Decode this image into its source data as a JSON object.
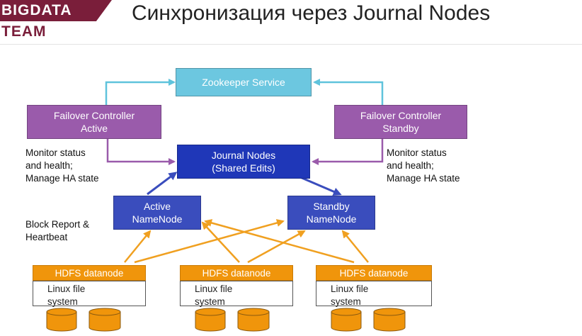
{
  "header": {
    "logo_line1": "BIGDATA",
    "logo_line2": "TEAM",
    "title": "Синхронизация через Journal Nodes"
  },
  "colors": {
    "logo": "#7a1e3a",
    "zookeeper": "#6cc7e0",
    "failover_controller": "#9a5bab",
    "journal_nodes": "#1f37b8",
    "namenode": "#3a4dbd",
    "datanode": "#f0950b",
    "arrow_cyan": "#5fc3dc",
    "arrow_purple": "#9a5bab",
    "arrow_blue": "#3a4dbd",
    "arrow_orange": "#f0a020"
  },
  "diagram": {
    "zookeeper": "Zookeeper Service",
    "failover_active": {
      "line1": "Failover Controller",
      "line2": "Active"
    },
    "failover_standby": {
      "line1": "Failover Controller",
      "line2": "Standby"
    },
    "journal_nodes": {
      "line1": "Journal Nodes",
      "line2": "(Shared Edits)"
    },
    "active_namenode": {
      "line1": "Active",
      "line2": "NameNode"
    },
    "standby_namenode": {
      "line1": "Standby",
      "line2": "NameNode"
    },
    "note_left": {
      "line1": "Monitor status",
      "line2": "and health;",
      "line3": "Manage HA state"
    },
    "note_right": {
      "line1": "Monitor status",
      "line2": "and health;",
      "line3": "Manage HA state"
    },
    "block_report": {
      "line1": "Block Report &",
      "line2": "Heartbeat"
    },
    "datanodes": [
      {
        "head": "HDFS datanode",
        "fs1": "Linux file",
        "fs2": "system"
      },
      {
        "head": "HDFS datanode",
        "fs1": "Linux file",
        "fs2": "system"
      },
      {
        "head": "HDFS datanode",
        "fs1": "Linux file",
        "fs2": "system"
      }
    ]
  }
}
